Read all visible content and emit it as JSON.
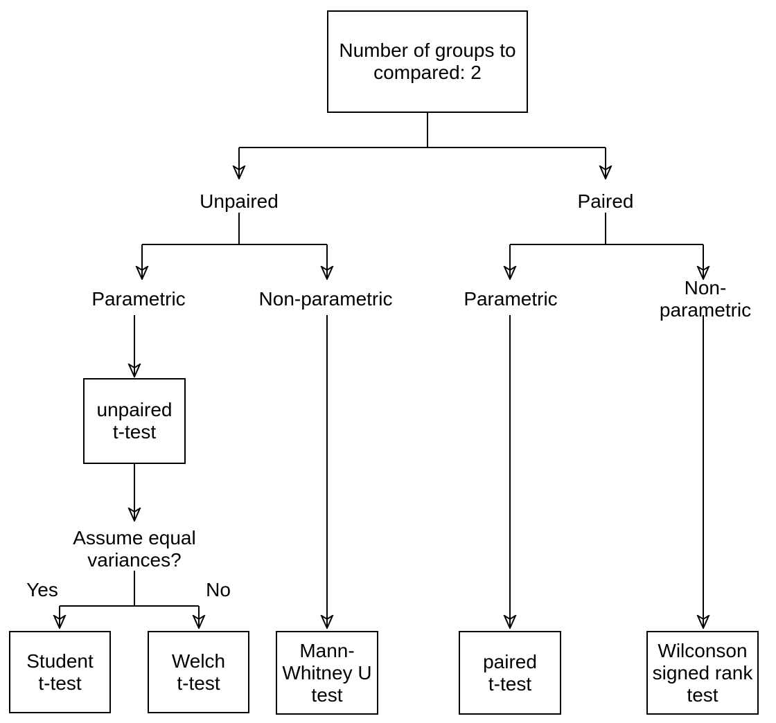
{
  "diagram": {
    "root": {
      "label": "Number of groups to\ncompared: 2"
    },
    "level1": {
      "unpaired": "Unpaired",
      "paired": "Paired"
    },
    "level2": {
      "unpaired_parametric": "Parametric",
      "unpaired_nonparametric": "Non-parametric",
      "paired_parametric": "Parametric",
      "paired_nonparametric": "Non-parametric"
    },
    "decision": {
      "unpaired_ttest": "unpaired\nt-test",
      "question": "Assume equal\nvariances?",
      "yes": "Yes",
      "no": "No"
    },
    "tests": {
      "student": "Student\nt-test",
      "welch": "Welch\nt-test",
      "mann_whitney": "Mann-\nWhitney U\ntest",
      "paired": "paired\nt-test",
      "wilcoxon": "Wilconson\nsigned rank\ntest"
    },
    "colors": {
      "line": "#000000",
      "box_fill": "#ffffff",
      "text": "#000000",
      "background": "#ffffff"
    }
  }
}
